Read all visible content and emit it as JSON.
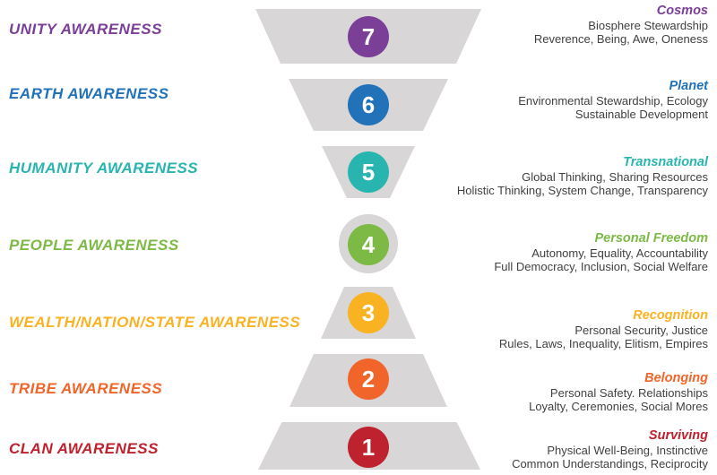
{
  "diagram": {
    "funnel_color": "#D8D6D6",
    "text_color": "#414042",
    "levels": [
      {
        "number": "7",
        "name": "UNITY AWARENESS",
        "color": "#7B3F98",
        "title": "Cosmos",
        "lines": [
          "Biosphere Stewardship",
          "Reverence, Being, Awe, Oneness"
        ]
      },
      {
        "number": "6",
        "name": "EARTH AWARENESS",
        "color": "#2272B9",
        "title": "Planet",
        "lines": [
          "Environmental Stewardship, Ecology",
          "Sustainable Development"
        ]
      },
      {
        "number": "5",
        "name": "HUMANITY AWARENESS",
        "color": "#29B5AF",
        "title": "Transnational",
        "lines": [
          "Global Thinking, Sharing Resources",
          "Holistic Thinking, System Change, Transparency"
        ]
      },
      {
        "number": "4",
        "name": "PEOPLE AWARENESS",
        "color": "#7DBA45",
        "title": "Personal Freedom",
        "lines": [
          "Autonomy, Equality, Accountability",
          "Full Democracy, Inclusion, Social Welfare"
        ]
      },
      {
        "number": "3",
        "name": "WEALTH/NATION/STATE AWARENESS",
        "color": "#F9B222",
        "title": "Recognition",
        "lines": [
          "Personal Security, Justice",
          "Rules, Laws, Inequality, Elitism, Empires"
        ]
      },
      {
        "number": "2",
        "name": "TRIBE AWARENESS",
        "color": "#F2652A",
        "title": "Belonging",
        "lines": [
          "Personal Safety. Relationships",
          "Loyalty, Ceremonies, Social Mores"
        ]
      },
      {
        "number": "1",
        "name": "CLAN AWARENESS",
        "color": "#BE222E",
        "title": "Surviving",
        "lines": [
          "Physical Well-Being, Instinctive",
          "Common Understandings, Reciprocity"
        ]
      }
    ]
  }
}
